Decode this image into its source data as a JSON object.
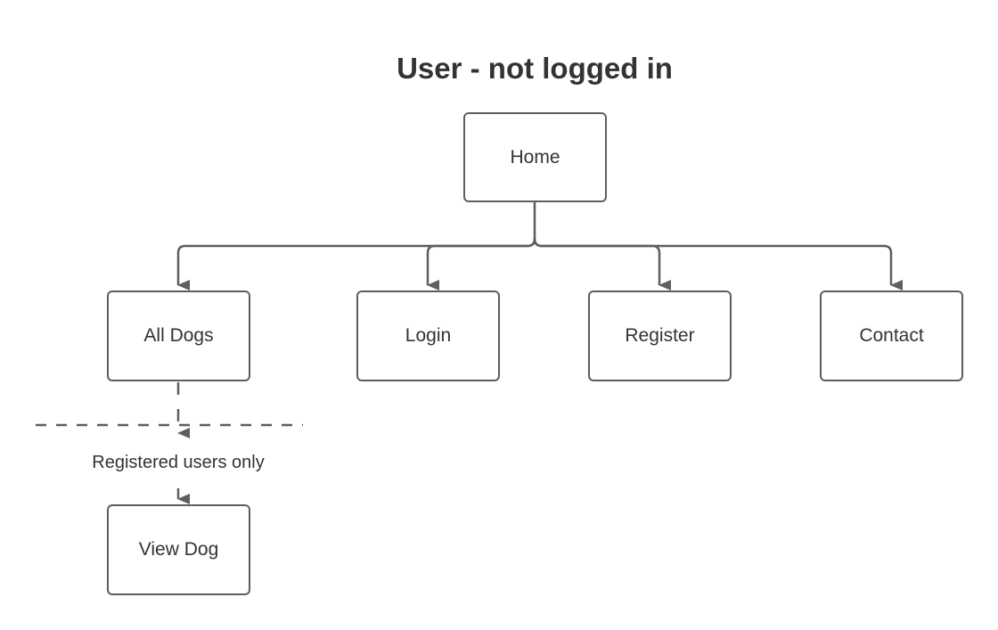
{
  "diagram": {
    "title": "User - not logged in",
    "line_color": "#5e5e5e",
    "text_color": "#333333",
    "nodes": {
      "home": "Home",
      "all_dogs": "All Dogs",
      "login": "Login",
      "register": "Register",
      "contact": "Contact",
      "view_dog": "View Dog"
    },
    "separator_label": "Registered users only",
    "edges": [
      {
        "from": "Home",
        "to": "All Dogs",
        "style": "solid"
      },
      {
        "from": "Home",
        "to": "Login",
        "style": "solid"
      },
      {
        "from": "Home",
        "to": "Register",
        "style": "solid"
      },
      {
        "from": "Home",
        "to": "Contact",
        "style": "solid"
      },
      {
        "from": "All Dogs",
        "to": "View Dog",
        "style": "dashed"
      }
    ]
  }
}
